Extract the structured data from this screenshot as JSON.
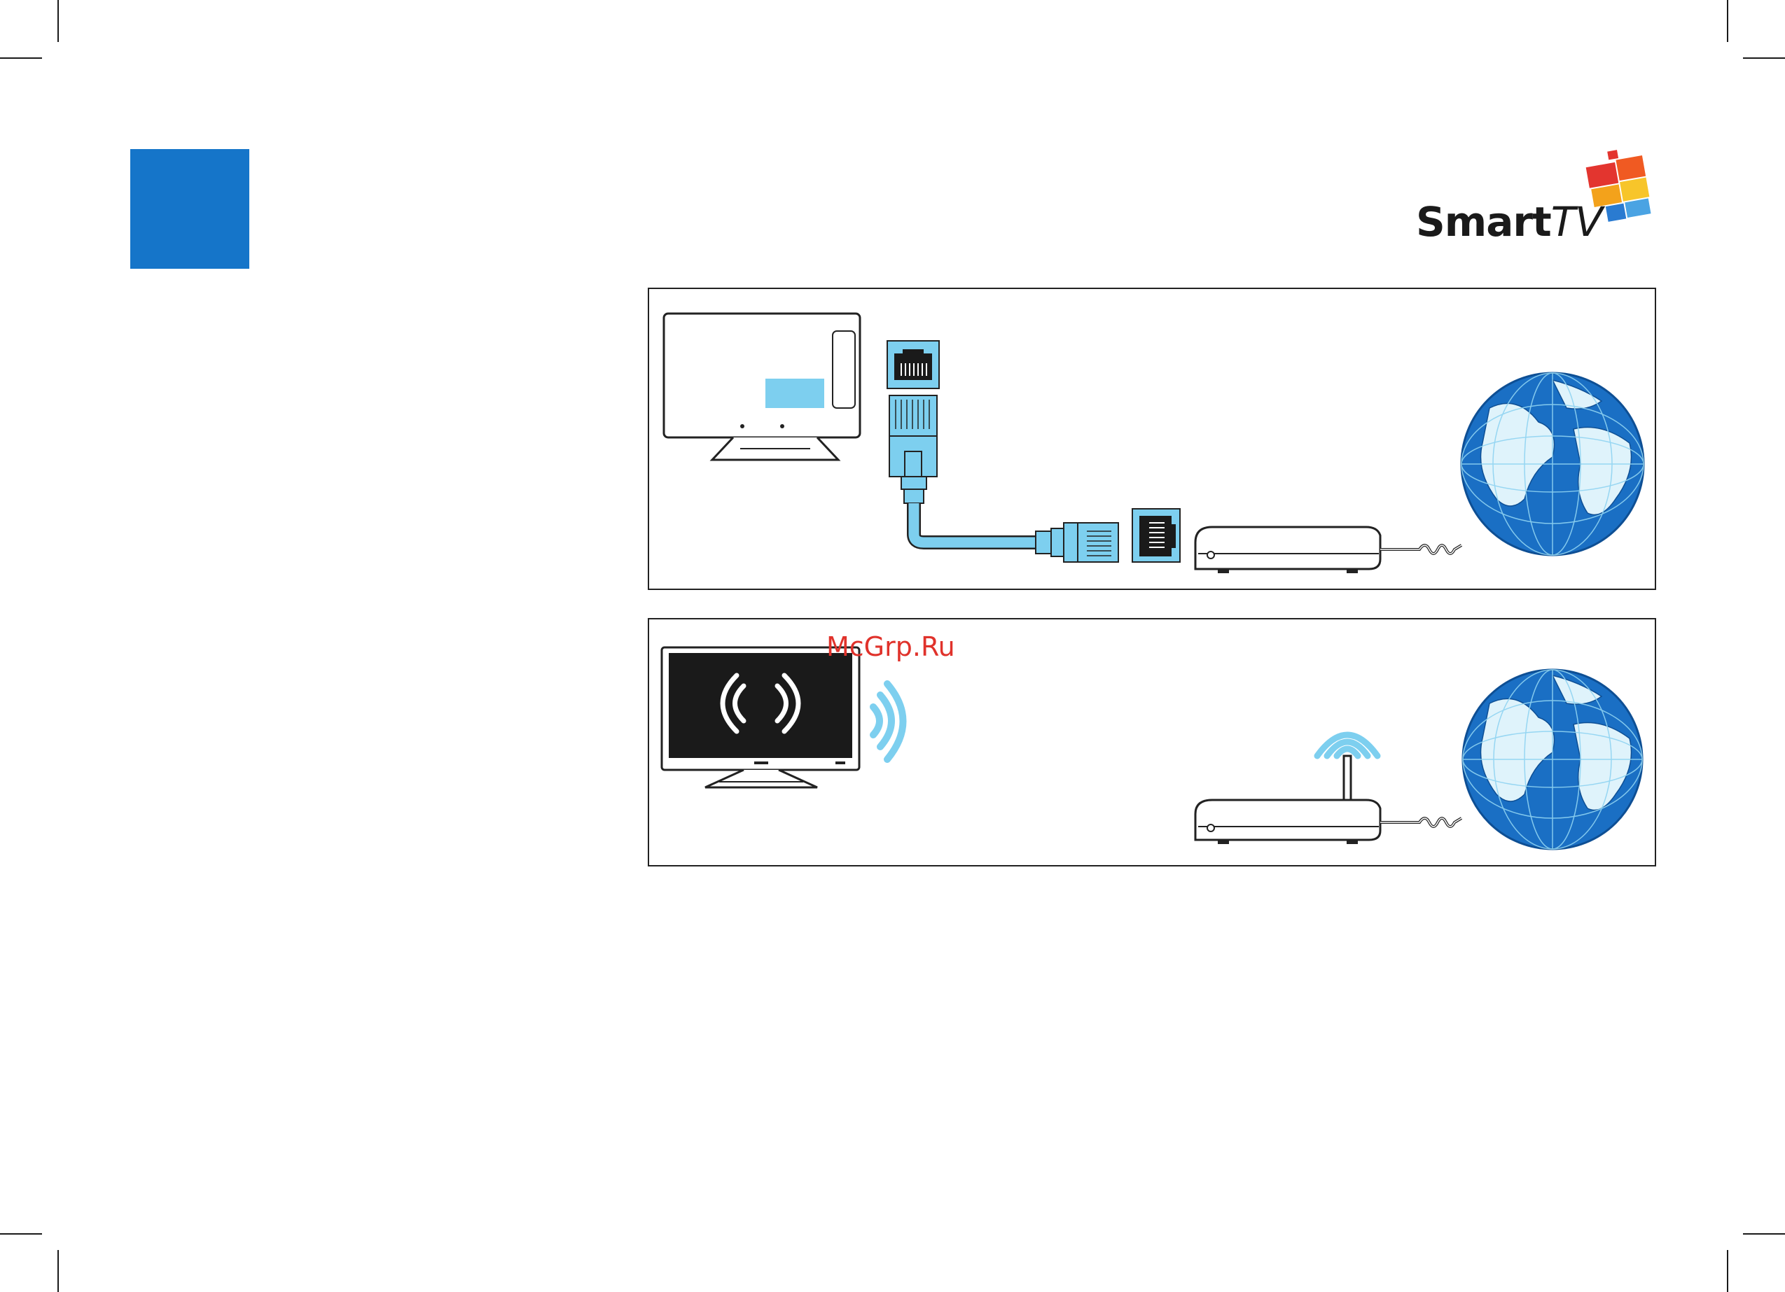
{
  "logo": {
    "brand_bold": "Smart",
    "brand_regular": "TV"
  },
  "watermark": {
    "text": "McGrp.Ru"
  },
  "colors": {
    "accent_blue": "#1575c9",
    "cable_blue": "#7dcfef",
    "globe_blue": "#1a6fc4",
    "watermark_red": "#e0322b"
  },
  "diagrams": [
    {
      "id": "wired",
      "devices": [
        "tv-back-panel",
        "ethernet-port",
        "ethernet-plug",
        "ethernet-cable",
        "router",
        "globe"
      ]
    },
    {
      "id": "wireless",
      "devices": [
        "tv-screen",
        "wireless-signal-icon",
        "wifi-waves",
        "wireless-router",
        "globe"
      ]
    }
  ]
}
